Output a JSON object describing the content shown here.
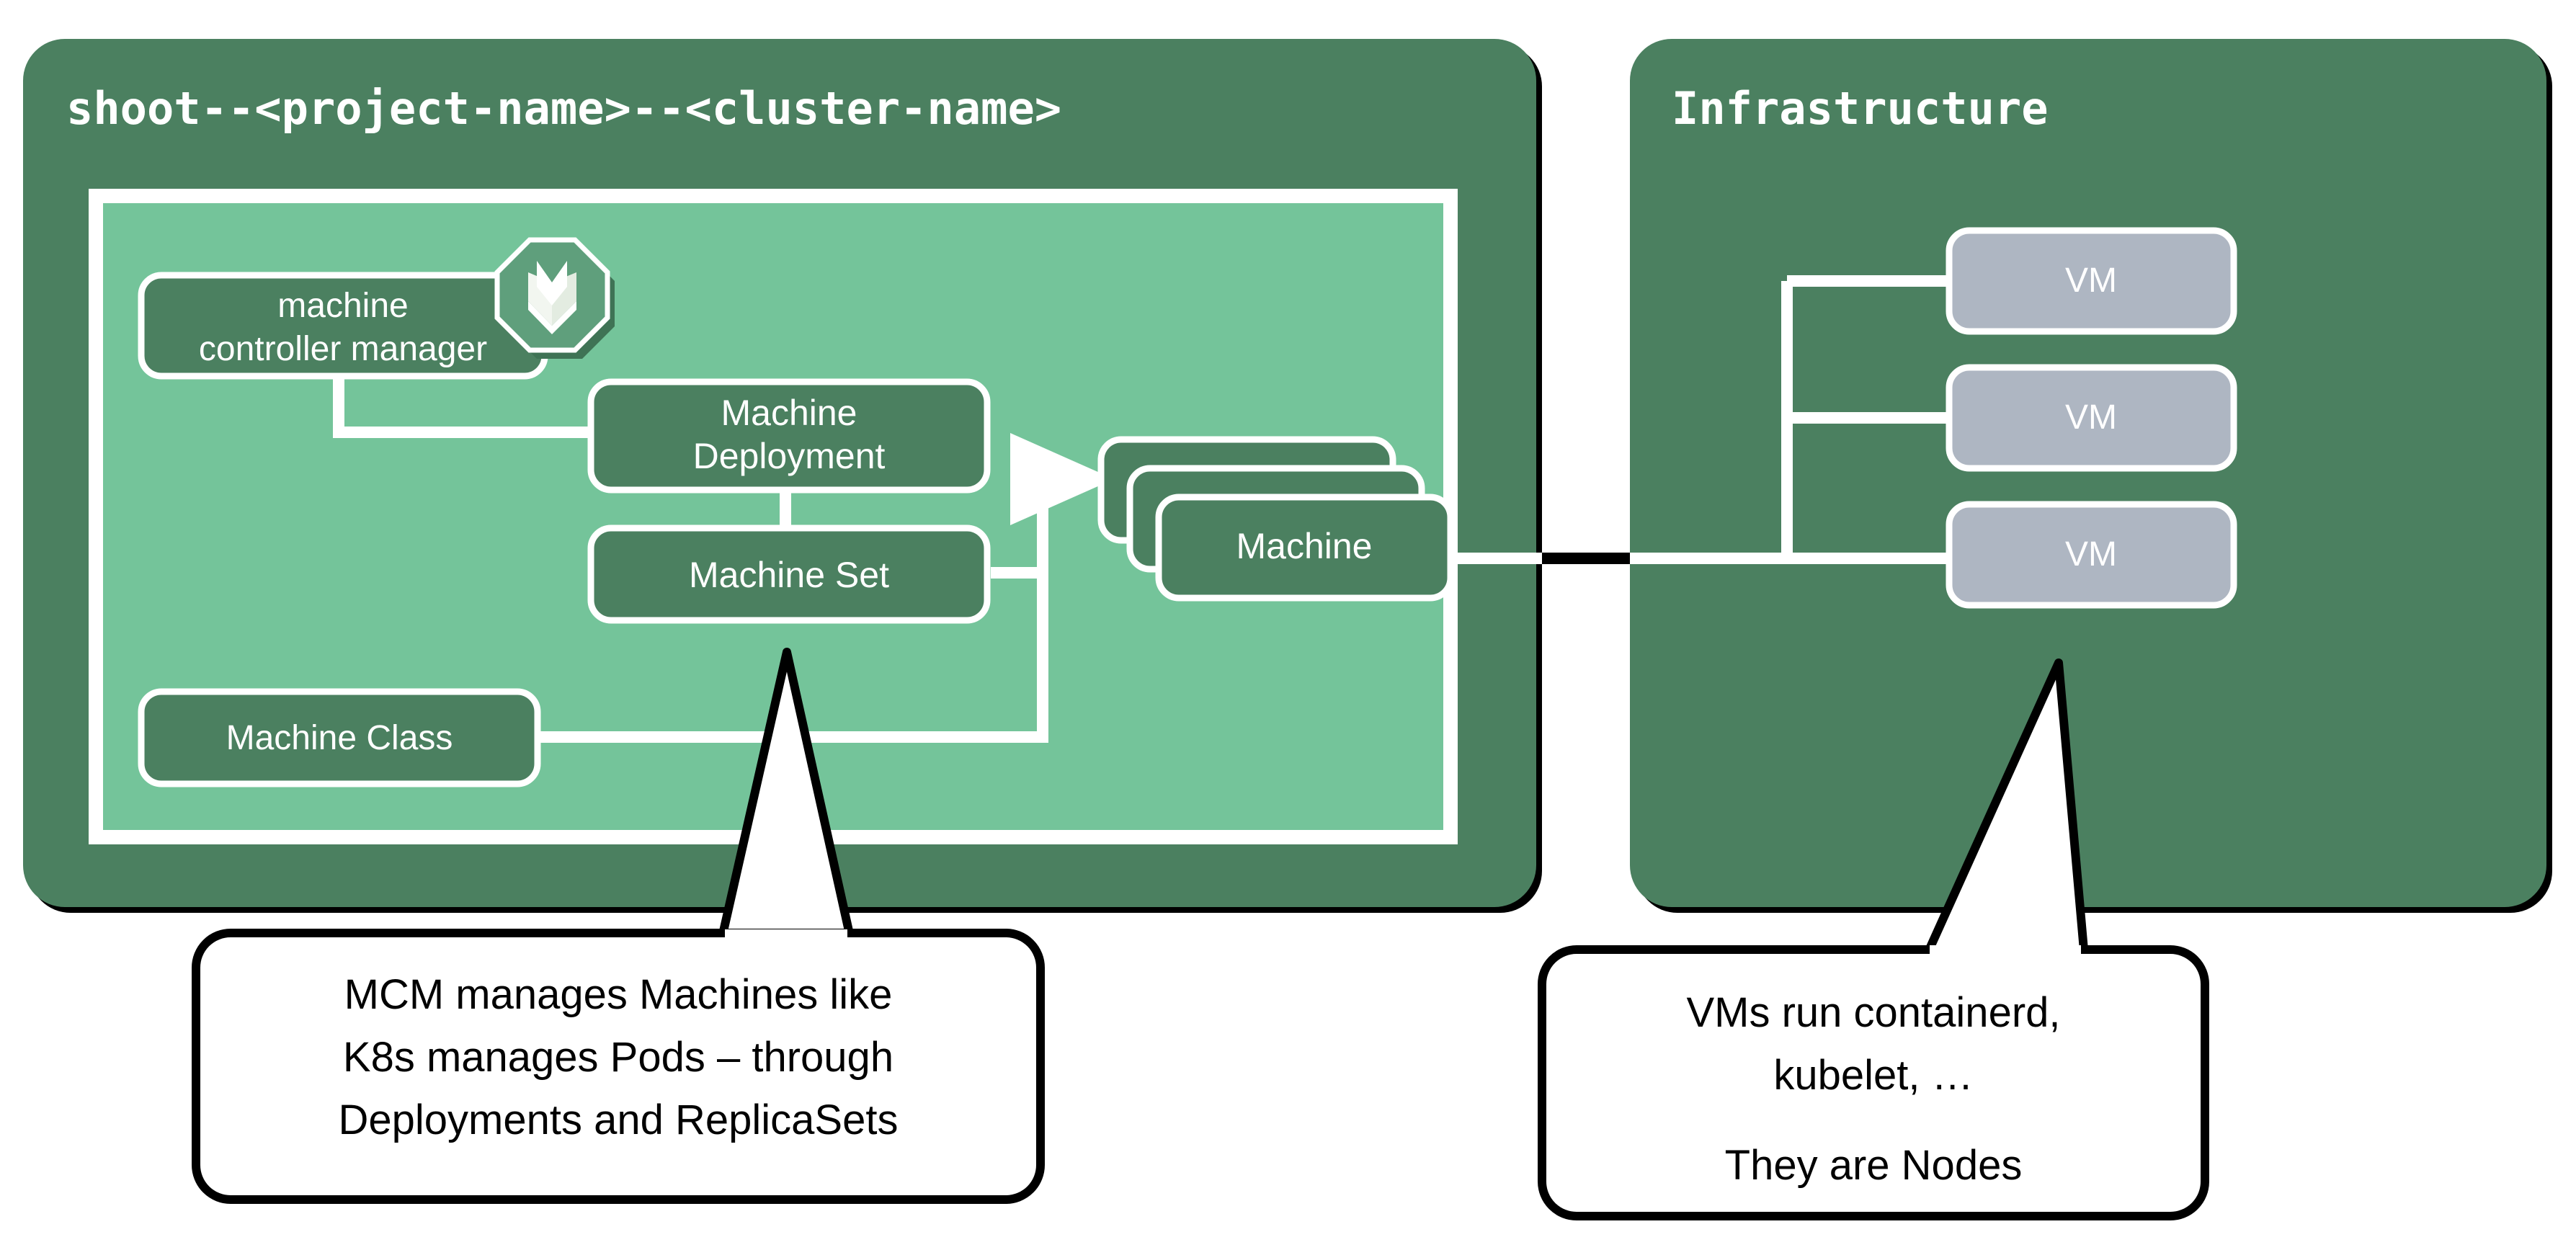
{
  "diagram": {
    "type": "architecture-diagram",
    "background": "#ffffff",
    "colors": {
      "outer_panel_fill": "#4b8060",
      "inner_panel_fill": "#74c49a",
      "node_fill": "#4b8060",
      "node_stroke": "#ffffff",
      "vm_fill": "#aeb6c2",
      "connector": "#ffffff",
      "cross_connector": "#000000",
      "callout_fill": "#ffffff",
      "callout_stroke": "#000000",
      "panel_stroke": "#000000",
      "text_light": "#ffffff",
      "text_dark": "#000000"
    },
    "panels": [
      {
        "id": "shoot-namespace",
        "title": "shoot--<project-name>--<cluster-name>"
      },
      {
        "id": "infrastructure",
        "title": "Infrastructure"
      }
    ],
    "inner_panel": {
      "id": "machine-controller-manager-scope",
      "label": ""
    },
    "nodes": [
      {
        "id": "machine-controller-manager",
        "label": "machine\ncontroller manager",
        "line1": "machine",
        "line2": "controller manager"
      },
      {
        "id": "machine-deployment",
        "label": "Machine Deployment",
        "line1": "Machine",
        "line2": "Deployment"
      },
      {
        "id": "machine-set",
        "label": "Machine Set"
      },
      {
        "id": "machine",
        "label": "Machine",
        "stack_count": 3
      },
      {
        "id": "machine-class",
        "label": "Machine Class"
      }
    ],
    "vms": [
      {
        "id": "vm-1",
        "label": "VM"
      },
      {
        "id": "vm-2",
        "label": "VM"
      },
      {
        "id": "vm-3",
        "label": "VM"
      }
    ],
    "logo": {
      "id": "gardener-logo",
      "name": "gardener-octagon-logo"
    },
    "callouts": [
      {
        "id": "mcm-callout",
        "lines": [
          "MCM manages Machines like",
          "K8s manages Pods – through",
          "Deployments and ReplicaSets"
        ]
      },
      {
        "id": "vm-callout",
        "lines": [
          "VMs run containerd,",
          "kubelet, …",
          "",
          "They are Nodes"
        ]
      }
    ]
  }
}
